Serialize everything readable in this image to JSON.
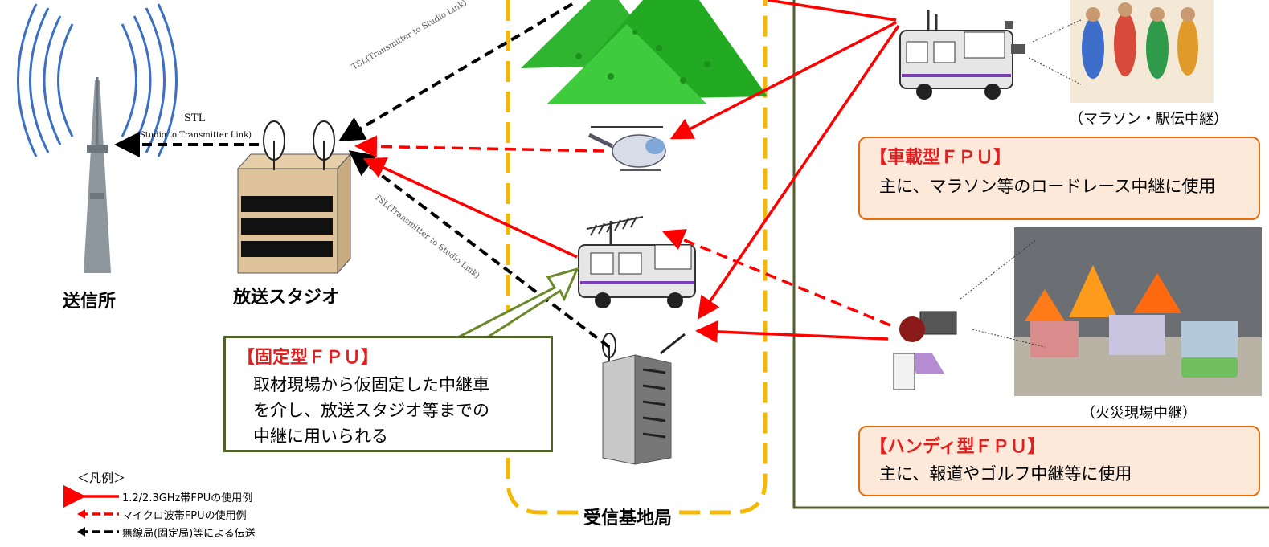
{
  "labels": {
    "transmitter": "送信所",
    "studio": "放送スタジオ",
    "receiving_base": "受信基地局",
    "stl_title": "STL",
    "stl_sub": "(Studio to Transmitter Link)",
    "tsl_upper": "TSL(Transmitter to Studio Link)",
    "tsl_lower": "TSL(Transmitter to Studio Link)",
    "marathon_caption": "（マラソン・駅伝中継）",
    "fire_caption": "（火災現場中継）"
  },
  "fixed_fpu": {
    "title": "【固定型ＦＰＵ】",
    "lines": [
      "取材現場から仮固定した中継車",
      "を介し、放送スタジオ等までの",
      "中継に用いられる"
    ]
  },
  "vehicle_fpu": {
    "title": "【車載型ＦＰＵ】",
    "desc": "主に、マラソン等のロードレース中継に使用"
  },
  "handy_fpu": {
    "title": "【ハンディ型ＦＰＵ】",
    "desc": "主に、報道やゴルフ中継等に使用"
  },
  "legend": {
    "title": "＜凡例＞",
    "items": [
      {
        "label": "1.2/2.3GHz帯FPUの使用例",
        "color": "#ff0000",
        "style": "solid"
      },
      {
        "label": "マイクロ波帯FPUの使用例",
        "color": "#ff0000",
        "style": "dashed"
      },
      {
        "label": "無線局(固定局)等による伝送",
        "color": "#000000",
        "style": "dashed"
      }
    ]
  },
  "colors": {
    "red_link": "#ff0000",
    "black_link": "#000000",
    "receiving_zone": "#f5b800",
    "fixed_box_border": "#4f6228",
    "callout_border": "#e46c0a",
    "callout_fill": "#fde9d9",
    "mountain": "#33bb33"
  }
}
